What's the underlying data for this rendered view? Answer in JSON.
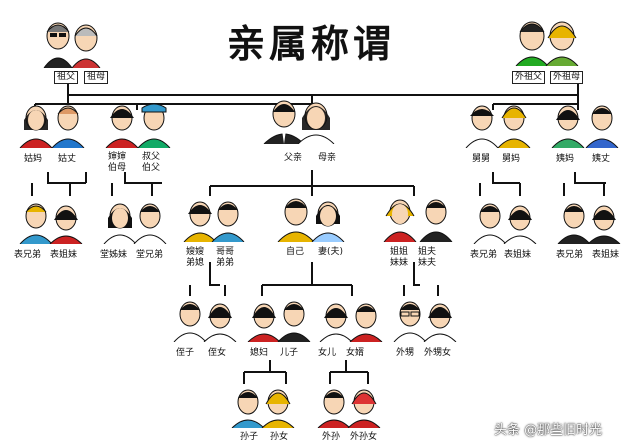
{
  "title": "亲属称谓",
  "watermark": "头条 @那些旧时光",
  "colors": {
    "skin": "#f7d6b5",
    "hair": "#1a1a1a",
    "line": "#111111",
    "white": "#ffffff"
  },
  "labels": {
    "grandfather": "祖父",
    "grandmother": "祖母",
    "maternal_grandfather": "外祖父",
    "maternal_grandmother": "外祖母",
    "paternal_aunt": "姑妈",
    "paternal_aunt_husband": "姑丈",
    "uncle_wives": "婶婶\n伯母",
    "uncles": "叔父\n伯父",
    "father": "父亲",
    "mother": "母亲",
    "maternal_uncle": "舅舅",
    "maternal_uncle_wife": "舅妈",
    "maternal_aunt": "姨妈",
    "maternal_aunt_husband": "姨丈",
    "cousin_m_paternal": "表兄弟",
    "cousin_f_paternal": "表姐妹",
    "tang_sisters": "堂姊妹",
    "tang_brothers": "堂兄弟",
    "sisters_in_law": "嫂嫂\n弟媳",
    "brothers": "哥哥\n弟弟",
    "self": "自己",
    "spouse": "妻(夫)",
    "sisters": "姐姐\n妹妹",
    "sisters_husbands": "姐夫\n妹夫",
    "cousin_m_maternal": "表兄弟",
    "cousin_f_maternal": "表姐妹",
    "cousin_m_maternal2": "表兄弟",
    "cousin_f_maternal2": "表姐妹",
    "nephew": "侄子",
    "niece": "侄女",
    "daughter_in_law": "媳妇",
    "son": "儿子",
    "daughter": "女儿",
    "son_in_law": "女婿",
    "sororal_nephew": "外甥",
    "sororal_niece": "外甥女",
    "grandson": "孙子",
    "granddaughter": "孙女",
    "daughters_grandson": "外孙",
    "daughters_granddaughter": "外孙女"
  }
}
